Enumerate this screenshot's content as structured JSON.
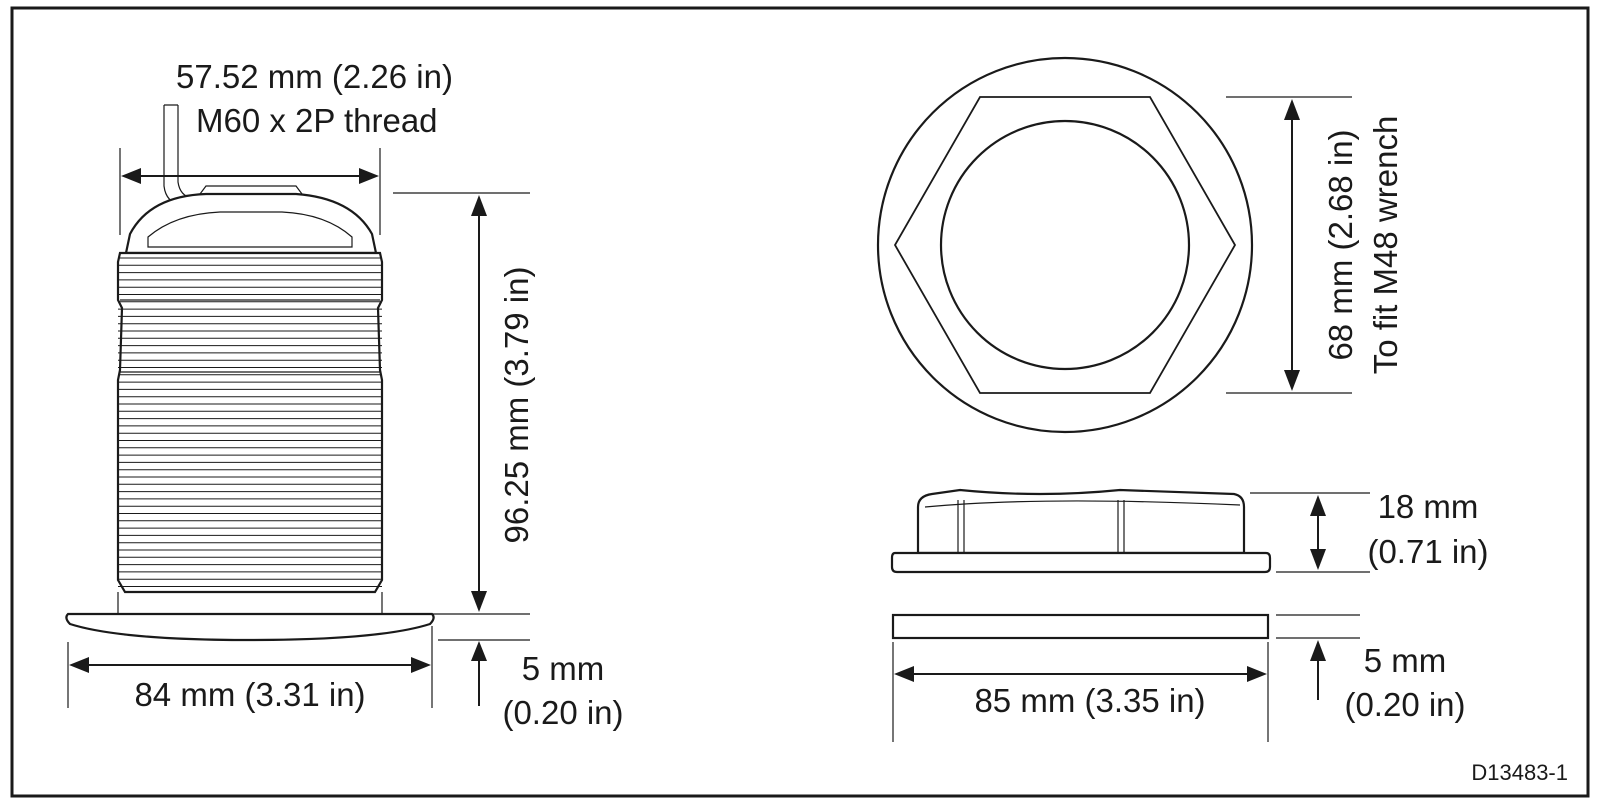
{
  "transducer": {
    "width_label": "57.52 mm (2.26 in)",
    "thread_label": "M60 x 2P thread",
    "height_label": "96.25 mm (3.79 in)",
    "flange_width_label": "84 mm (3.31 in)",
    "flange_thickness_label_1": "5 mm",
    "flange_thickness_label_2": "(0.20 in)"
  },
  "nut": {
    "wrench_size_label": "68 mm (2.68 in)",
    "wrench_fit_label": "To fit M48 wrench",
    "height_label_1": "18 mm",
    "height_label_2": "(0.71 in)"
  },
  "washer": {
    "width_label": "85 mm (3.35 in)",
    "thickness_label_1": "5 mm",
    "thickness_label_2": "(0.20 in)"
  },
  "drawing_ref": "D13483-1"
}
